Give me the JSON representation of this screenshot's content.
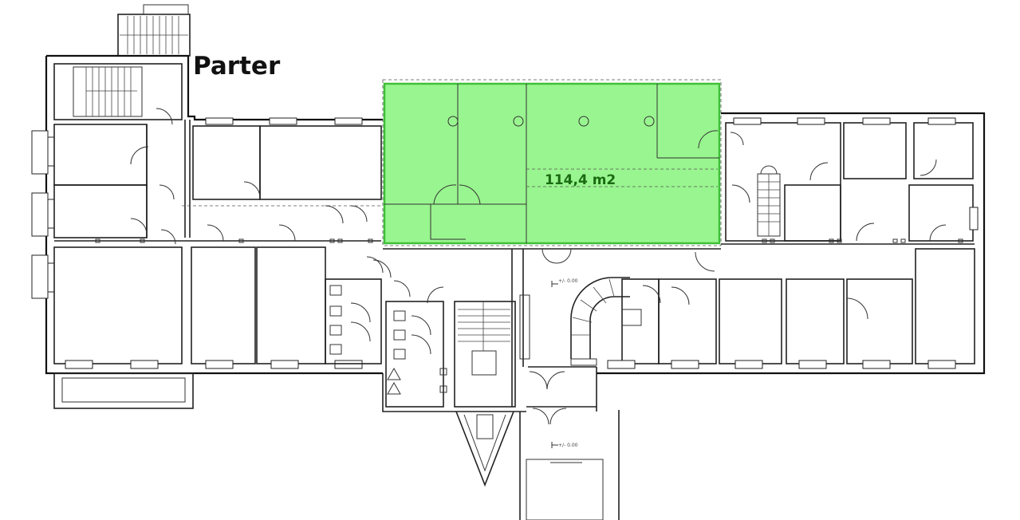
{
  "plan": {
    "floor_title": "Parter",
    "highlight": {
      "area_label": "114,4 m2",
      "fill_color": "#99f58f",
      "stroke_color": "#3fbf38",
      "label_color": "#1a6b12"
    },
    "level_marks": [
      "+/- 0.00",
      "+/- 0.00"
    ]
  }
}
